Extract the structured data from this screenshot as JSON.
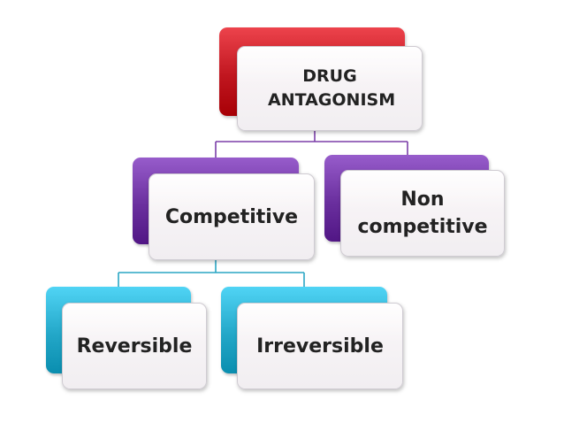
{
  "colors": {
    "root_accent": "#c0161f",
    "competitive_accent": "#6a2f9e",
    "noncompetitive_accent": "#6a2f9e",
    "leaf_accent": "#23a7c8",
    "connector_level1": "#7b3fa8",
    "connector_level2": "#2aa6c4"
  },
  "nodes": {
    "root": {
      "label": "DRUG ANTAGONISM"
    },
    "competitive": {
      "label": "Competitive"
    },
    "noncompetitive": {
      "label": "Non competitive"
    },
    "reversible": {
      "label": "Reversible"
    },
    "irreversible": {
      "label": "Irreversible"
    }
  },
  "edges": [
    {
      "from": "root",
      "to": "competitive"
    },
    {
      "from": "root",
      "to": "noncompetitive"
    },
    {
      "from": "competitive",
      "to": "reversible"
    },
    {
      "from": "competitive",
      "to": "irreversible"
    }
  ]
}
